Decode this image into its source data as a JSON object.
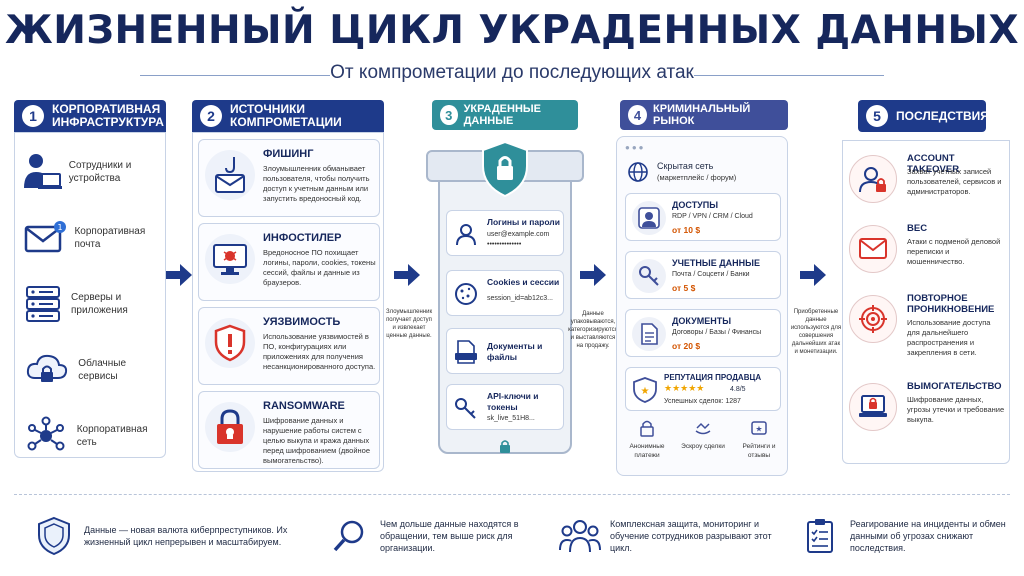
{
  "header": {
    "title": "ЖИЗНЕННЫЙ ЦИКЛ УКРАДЕННЫХ ДАННЫХ",
    "subtitle": "От компрометации до последующих атак"
  },
  "colors": {
    "navy": "#1e3a8a",
    "teal": "#2f8f9a",
    "indigo": "#3f4f9a",
    "alert": "#d9342b",
    "price": "#d35400"
  },
  "infrastructure": {
    "num": "1",
    "title": "Корпоративная инфраструктура",
    "items": [
      {
        "label": "Сотрудники и устройства",
        "icon": "employee-laptop-icon"
      },
      {
        "label": "Корпоративная почта",
        "icon": "mail-icon",
        "badge": "1"
      },
      {
        "label": "Серверы и приложения",
        "icon": "server-icon"
      },
      {
        "label": "Облачные сервисы",
        "icon": "cloud-lock-icon"
      },
      {
        "label": "Корпоративная сеть",
        "icon": "network-icon"
      }
    ]
  },
  "sources": {
    "num": "2",
    "title": "Источники компрометации",
    "items": [
      {
        "title": "ФИШИНГ",
        "desc": "Злоумышленник обманывает пользователя, чтобы получить доступ к учетным данным или запустить вредоносный код.",
        "icon": "phishing-hook-icon"
      },
      {
        "title": "ИНФОСТИЛЕР",
        "desc": "Вредоносное ПО похищает логины, пароли, cookies, токены сессий, файлы и данные из браузеров.",
        "icon": "malware-monitor-icon"
      },
      {
        "title": "УЯЗВИМОСТЬ",
        "desc": "Использование уязвимостей в ПО, конфигурациях или приложениях для получения несанкционированного доступа.",
        "icon": "vulnerability-shield-icon"
      },
      {
        "title": "RANSOMWARE",
        "desc": "Шифрование данных и нарушение работы систем с целью выкупа и кража данных перед шифрованием (двойное вымогательство).",
        "icon": "ransomware-lock-icon"
      }
    ]
  },
  "stolen": {
    "num": "3",
    "title": "Украденные данные",
    "items": [
      {
        "title": "Логины и пароли",
        "value": "user@example.com",
        "value2": "••••••••••••••",
        "icon": "user-icon"
      },
      {
        "title": "Cookies и сессии",
        "value": "session_id=ab12c3...",
        "icon": "cookie-icon"
      },
      {
        "title": "Документы и файлы",
        "value": "",
        "icon": "docx-icon"
      },
      {
        "title": "API-ключи и токены",
        "value": "sk_live_51H8...",
        "icon": "key-icon"
      }
    ]
  },
  "market": {
    "num": "4",
    "title": "Криминальный рынок",
    "hidden_net": "Скрытая сеть",
    "hidden_net_sub": "(маркетплейс / форум)",
    "items": [
      {
        "title": "ДОСТУПЫ",
        "desc": "RDP / VPN / CRM / Cloud",
        "price": "от 10 $",
        "icon": "user-access-icon"
      },
      {
        "title": "УЧЕТНЫЕ ДАННЫЕ",
        "desc": "Почта / Соцсети / Банки",
        "price": "от 5 $",
        "icon": "key-icon"
      },
      {
        "title": "ДОКУМЕНТЫ",
        "desc": "Договоры / Базы / Финансы",
        "price": "от 20 $",
        "icon": "document-icon"
      }
    ],
    "reputation": {
      "title": "РЕПУТАЦИЯ ПРОДАВЦА",
      "stars": "★★★★★",
      "rating": "4.8/5",
      "deals": "Успешных сделок: 1287"
    },
    "features": [
      {
        "label": "Анонимные платежи",
        "icon": "anon-lock-icon"
      },
      {
        "label": "Эскроу сделки",
        "icon": "escrow-icon"
      },
      {
        "label": "Рейтинги и отзывы",
        "icon": "rating-icon"
      }
    ]
  },
  "consequences": {
    "num": "5",
    "title": "Последствия",
    "items": [
      {
        "title": "ACCOUNT TAKEOVER",
        "desc": "Захват учетных записей пользователей, сервисов и администраторов.",
        "icon": "account-takeover-icon"
      },
      {
        "title": "BEC",
        "desc": "Атаки с подменой деловой переписки и мошенничество.",
        "icon": "bec-mail-icon"
      },
      {
        "title": "ПОВТОРНОЕ ПРОНИКНОВЕНИЕ",
        "desc": "Использование доступа для дальнейшего распространения и закрепления в сети.",
        "icon": "target-icon"
      },
      {
        "title": "ВЫМОГАТЕЛЬСТВО",
        "desc": "Шифрование данных, угрозы утечки и требование выкупа.",
        "icon": "extortion-laptop-icon"
      }
    ]
  },
  "notes": {
    "n2": "Злоумышленник получает доступ и извлекает ценные данные.",
    "n3": "Данные упаковываются, категоризируются и выставляются на продажу.",
    "n4": "Приобретенные данные используются для совершения дальнейших атак и монетизации."
  },
  "footer": [
    {
      "text": "Данные — новая валюта киберпреступников. Их жизненный цикл непрерывен и масштабируем.",
      "icon": "shield-icon"
    },
    {
      "text": "Чем дольше данные находятся в обращении, тем выше риск для организации.",
      "icon": "magnifier-icon"
    },
    {
      "text": "Комплексная защита, мониторинг и обучение сотрудников разрывают этот цикл.",
      "icon": "team-icon"
    },
    {
      "text": "Реагирование на инциденты и обмен данными об угрозах снижают последствия.",
      "icon": "clipboard-icon"
    }
  ]
}
